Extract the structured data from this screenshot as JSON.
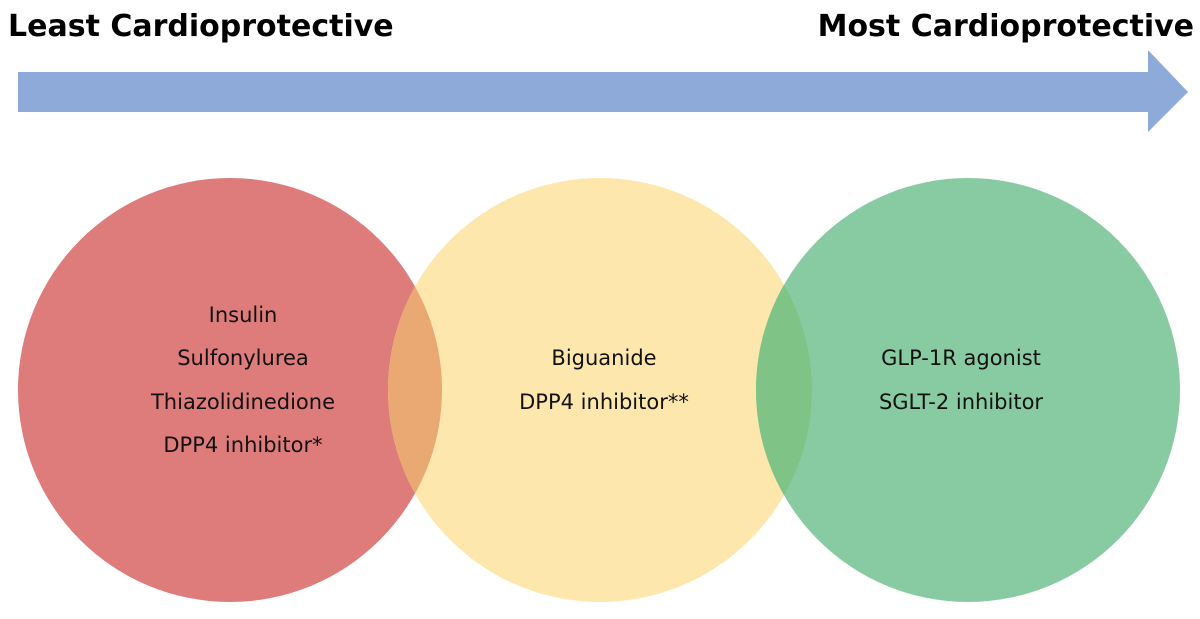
{
  "header": {
    "left_label": "Least Cardioprotective",
    "right_label": "Most Cardioprotective"
  },
  "colors": {
    "arrow": "#8eaad8",
    "least_circle": "#de7b7b",
    "middle_circle": "#fde7ad",
    "most_circle": "#88cba2",
    "overlap_left": "#eaa872",
    "overlap_right": "#7fc486"
  },
  "circles": {
    "least": {
      "items": [
        "Insulin",
        "Sulfonylurea",
        "Thiazolidinedione",
        "DPP4 inhibitor*"
      ]
    },
    "middle": {
      "items": [
        "Biguanide",
        "DPP4 inhibitor**"
      ]
    },
    "most": {
      "items": [
        "GLP-1R agonist",
        "SGLT-2 inhibitor"
      ]
    }
  }
}
